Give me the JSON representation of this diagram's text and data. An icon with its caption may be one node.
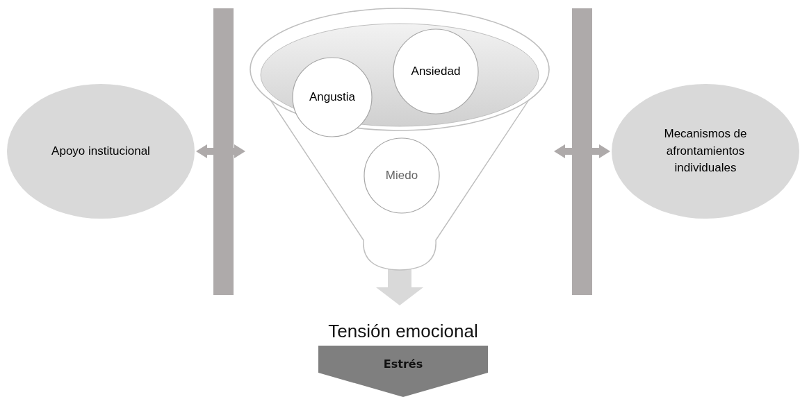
{
  "diagram": {
    "nodes": [
      {
        "text": [
          "Apoyo institucional"
        ]
      },
      {
        "text": [],
        "shape": "bar"
      },
      {
        "text": [],
        "shape": "funnel"
      },
      {
        "text": [
          "Angustia"
        ]
      },
      {
        "text": [
          "Ansiedad"
        ]
      },
      {
        "text": [
          "Miedo"
        ],
        "in": 2
      },
      {
        "text": [],
        "shape": "bar"
      },
      {
        "text": [
          "Mecanismos de afrontamientos individuales"
        ]
      },
      {
        "text": [
          "Tensión emocional",
          "Estrés"
        ]
      }
    ],
    "edges": [
      {
        "from": 2,
        "to": 8,
        "arrow": "to",
        "style": "thick",
        "color": "#d9d9d9"
      },
      {
        "from": 1,
        "to": 0,
        "arrow": "to",
        "color": "#aeaaaa"
      },
      {
        "from": 1,
        "to": 2,
        "arrow": "to",
        "color": "#aeaaaa"
      },
      {
        "from": 6,
        "to": 2,
        "arrow": "to",
        "color": "#aeaaaa"
      },
      {
        "from": 6,
        "to": 7,
        "arrow": "to",
        "color": "#aeaaaa"
      }
    ]
  }
}
